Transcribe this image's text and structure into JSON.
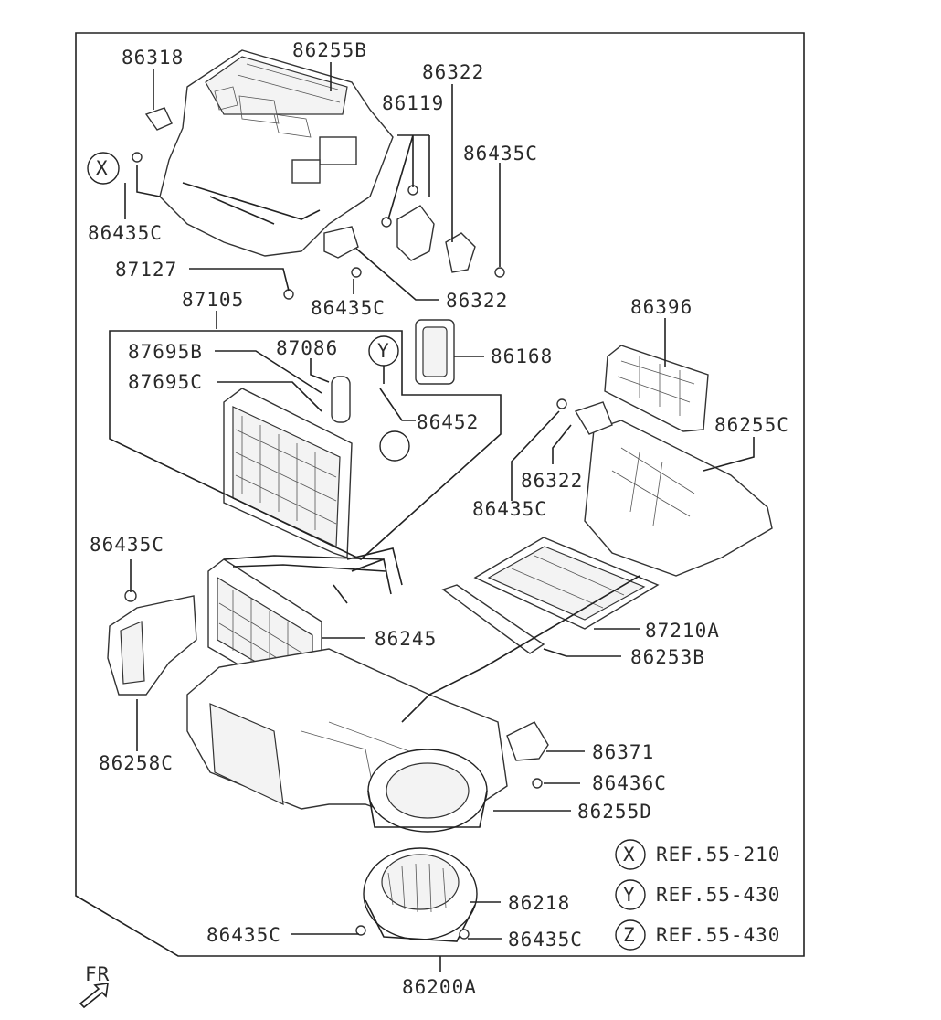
{
  "labels": {
    "l86318": "86318",
    "l86255B": "86255B",
    "l86322a": "86322",
    "l86119": "86119",
    "l86435Ca": "86435C",
    "lX": "X",
    "l86435Cb": "86435C",
    "l87127": "87127",
    "l86435Cc": "86435C",
    "l86322b": "86322",
    "l87105": "87105",
    "l87695B": "87695B",
    "l87695C": "87695C",
    "l87086": "87086",
    "lY": "Y",
    "l86452": "86452",
    "l86168": "86168",
    "l86396": "86396",
    "l86255C": "86255C",
    "l86322c": "86322",
    "l86435Cd": "86435C",
    "l86435Ce": "86435C",
    "l86245": "86245",
    "l87210A": "87210A",
    "l86253B": "86253B",
    "l86258C": "86258C",
    "l86371": "86371",
    "l86436C": "86436C",
    "l86255D": "86255D",
    "l86218": "86218",
    "l86435Cf": "86435C",
    "l86435Cg": "86435C",
    "l86200A": "86200A",
    "lFR": "FR"
  },
  "references": [
    {
      "letter": "X",
      "text": "REF.55-210"
    },
    {
      "letter": "Y",
      "text": "REF.55-430"
    },
    {
      "letter": "Z",
      "text": "REF.55-430"
    }
  ]
}
